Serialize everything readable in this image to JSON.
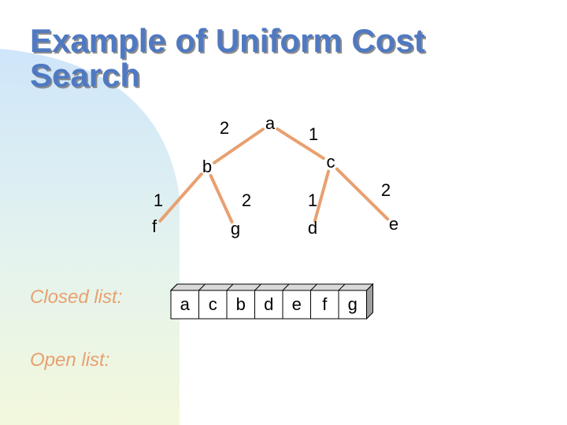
{
  "slide": {
    "title_line1": "Example of Uniform Cost",
    "title_line2": "Search",
    "closed_list_label": "Closed list:",
    "open_list_label": "Open list:"
  },
  "tree": {
    "nodes": [
      "a",
      "b",
      "c",
      "f",
      "g",
      "d",
      "e"
    ],
    "edges": [
      {
        "from": "a",
        "to": "b",
        "cost": "2"
      },
      {
        "from": "a",
        "to": "c",
        "cost": "1"
      },
      {
        "from": "b",
        "to": "f",
        "cost": "1"
      },
      {
        "from": "b",
        "to": "g",
        "cost": "2"
      },
      {
        "from": "c",
        "to": "d",
        "cost": "1"
      },
      {
        "from": "c",
        "to": "e",
        "cost": "2"
      }
    ]
  },
  "closed_list": [
    "a",
    "c",
    "b",
    "d",
    "e",
    "f",
    "g"
  ],
  "open_list": [],
  "colors": {
    "title": "#4f79c2",
    "edge": "#e8a070",
    "list_label": "#e8a070",
    "text": "#000000",
    "cell_front": "#ffffff",
    "cell_top": "#d9d9d9",
    "cell_side": "#9e9e9e",
    "background_shape": "#dbeefb"
  }
}
